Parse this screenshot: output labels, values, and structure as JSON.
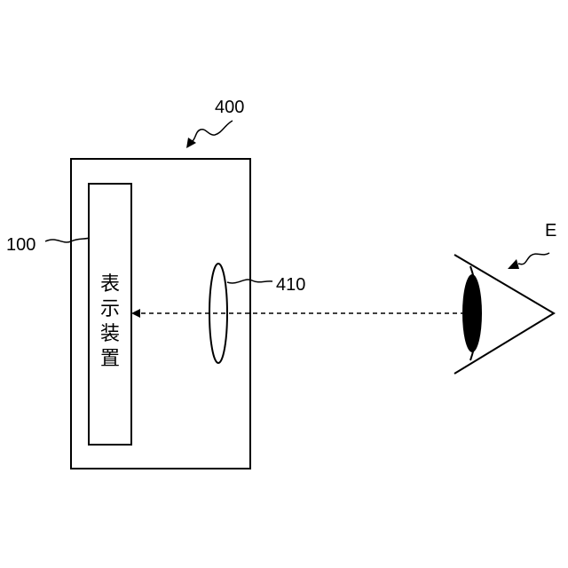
{
  "labels": {
    "housing": "400",
    "display": "100",
    "lens": "410",
    "eye": "E"
  },
  "display_text": "表示装置",
  "colors": {
    "line": "#000000",
    "background": "#ffffff",
    "pupil": "#000000"
  }
}
